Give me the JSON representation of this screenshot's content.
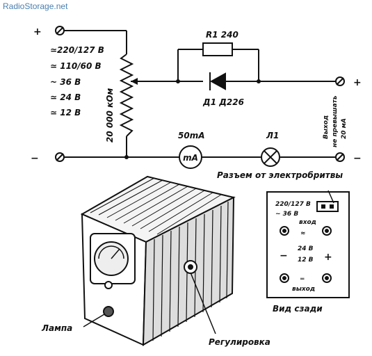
{
  "watermark": "RadioStorage.net",
  "terminals": {
    "plus_left": "+",
    "minus_left": "−",
    "plus_right": "+",
    "minus_right": "−"
  },
  "voltages": [
    "≃220/127 В",
    "≃ 110/60 В",
    "~ 36 В",
    "≃ 24 В",
    "≃ 12 В"
  ],
  "potentiometer": "20 000 кОм",
  "resistor": "R1 240",
  "diode": "Д1 Д226",
  "meter_current": "50mA",
  "meter_symbol": "mA",
  "lamp": "Л1",
  "output_note": [
    "Выход",
    "не превышать",
    "20 мА"
  ],
  "connector_title": "Разъем от электробритвы",
  "rear_panel": {
    "v_top": "220/127 В",
    "v_36": "~ 36 В",
    "input": "вход",
    "v_24": "24 В",
    "v_12": "12 В",
    "output": "выход",
    "minus": "−",
    "plus": "+",
    "title": "Вид сзади"
  },
  "callouts": {
    "lamp": "Лампа",
    "adjust": "Регулировка"
  }
}
